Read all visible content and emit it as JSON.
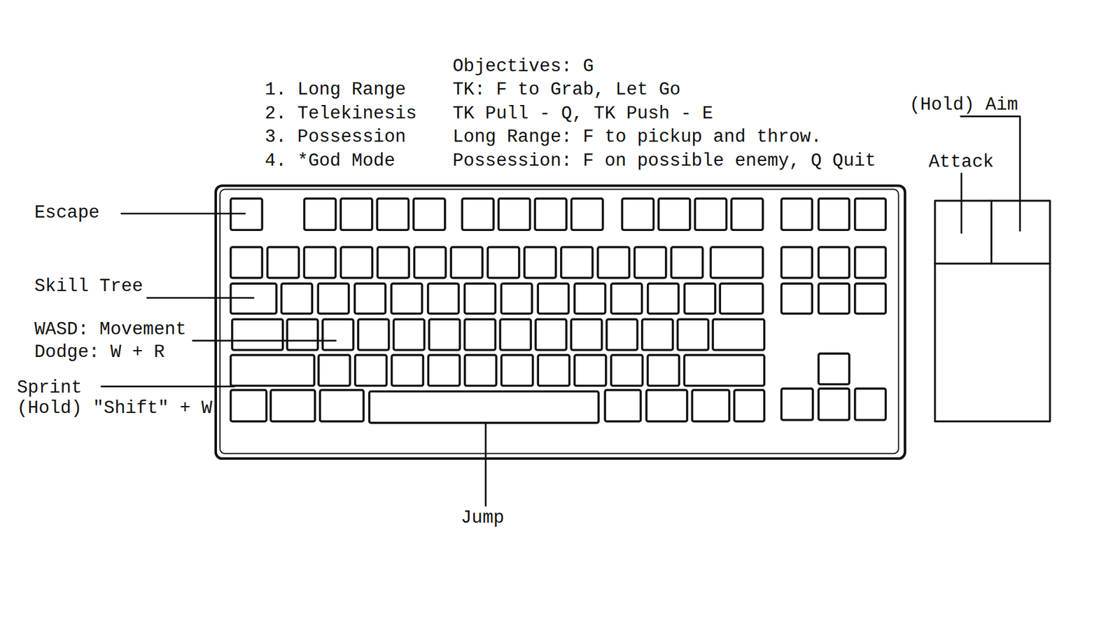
{
  "diagram": {
    "labels": [
      "Objectives: G",
      "1. Long Range",
      "TK: F to Grab, Let Go",
      "(Hold) Aim",
      "2. Telekinesis",
      "TK Pull - Q, TK Push - E",
      "3. Possession",
      "Long Range: F to pickup and throw.",
      "Attack",
      "4. *God Mode",
      "Possession: F on possible enemy, Q Quit",
      "Escape",
      "Skill Tree",
      "WASD: Movement",
      "Dodge: W + R",
      "Sprint",
      "(Hold) \"Shift\" + W",
      "Jump"
    ]
  }
}
